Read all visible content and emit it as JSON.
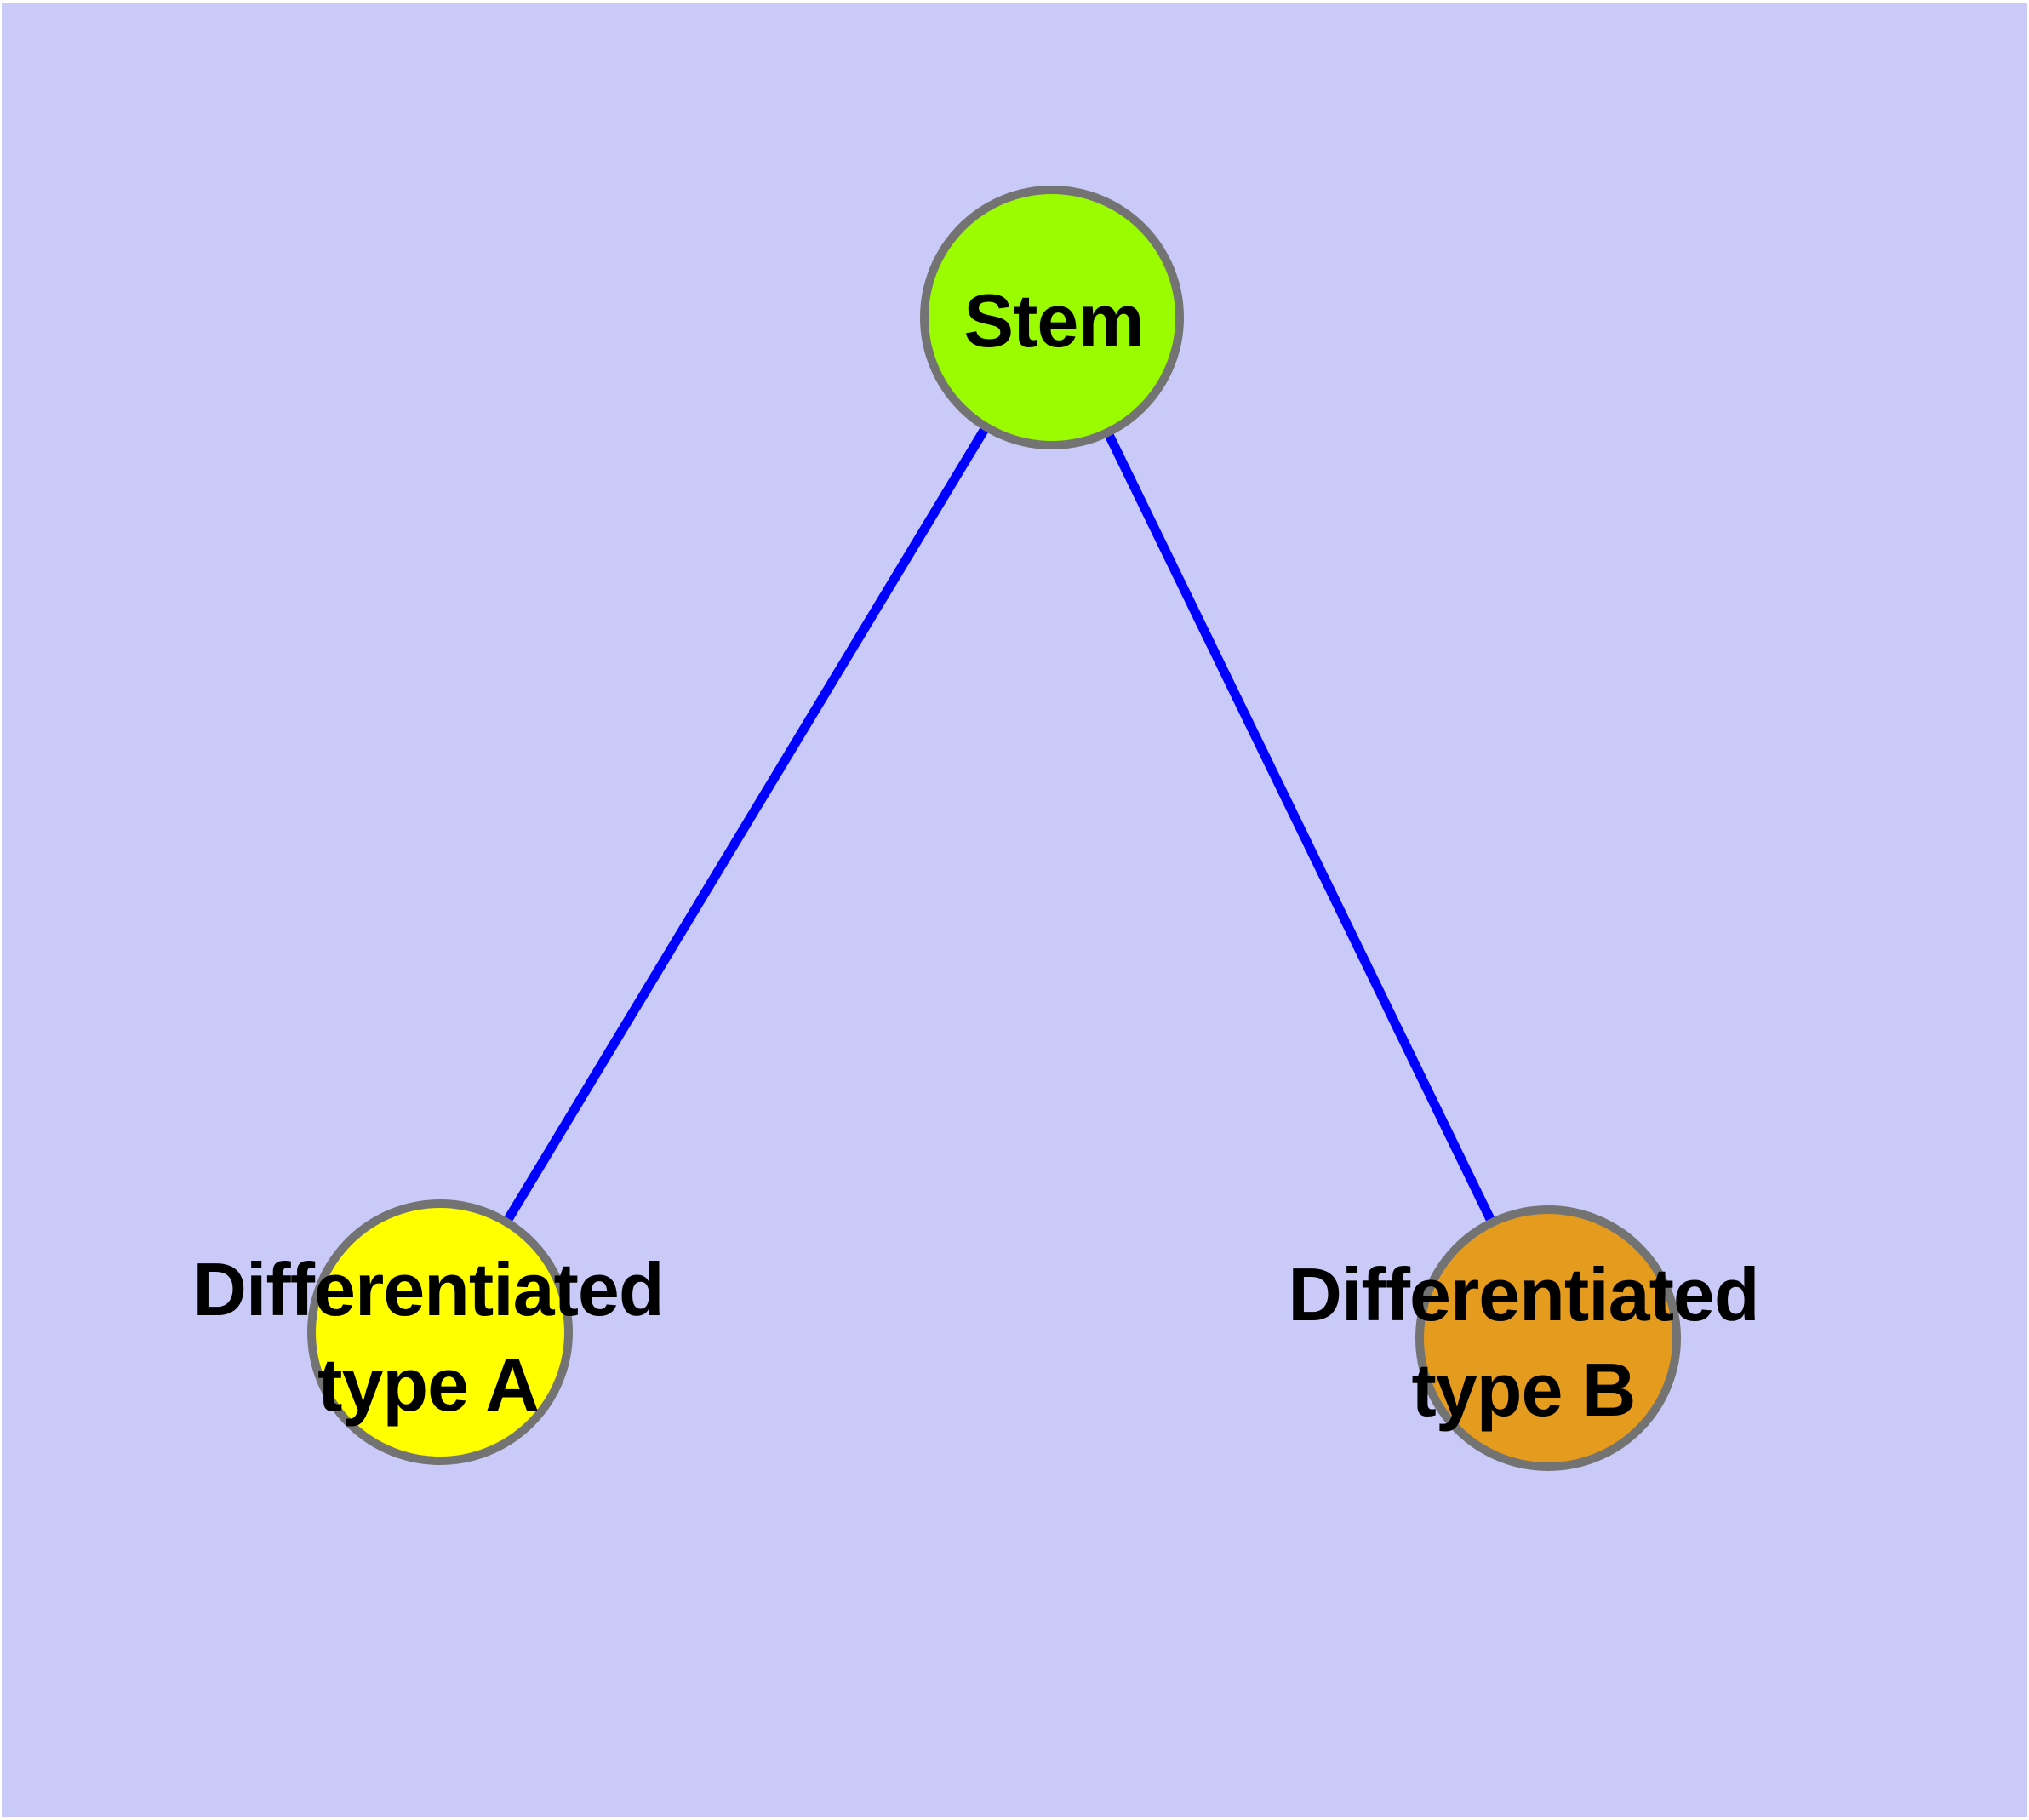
{
  "diagram": {
    "type": "node-link-graph",
    "title": "",
    "nodes": [
      {
        "id": "stem",
        "lines": [
          "Stem"
        ],
        "color": "#9bfb00",
        "border_color": "#737373"
      },
      {
        "id": "differentiated-type-a",
        "lines": [
          "Differentiated",
          "type A"
        ],
        "color": "#ffff00",
        "border_color": "#737373"
      },
      {
        "id": "differentiated-type-b",
        "lines": [
          "Differentiated",
          "type B"
        ],
        "color": "#e49b1e",
        "border_color": "#737373"
      }
    ],
    "edges": [
      {
        "from": "stem",
        "to": "differentiated-type-a"
      },
      {
        "from": "stem",
        "to": "differentiated-type-b"
      }
    ],
    "styles": {
      "background": "#cacaf8",
      "edge_color": "#0000ff",
      "text_color": "#000000"
    }
  }
}
